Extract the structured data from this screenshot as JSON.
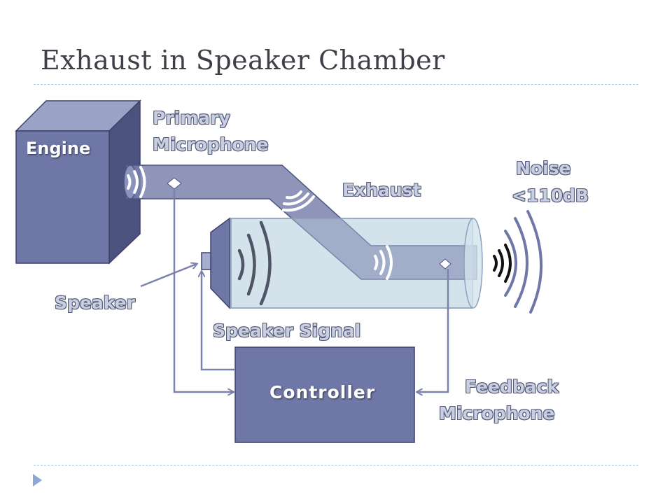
{
  "slide": {
    "title": "Exhaust in Speaker Chamber"
  },
  "diagram": {
    "engine": "Engine",
    "primary_microphone": [
      "Primary",
      "Microphone"
    ],
    "exhaust": "Exhaust",
    "noise": [
      "Noise",
      "<110dB"
    ],
    "speaker": "Speaker",
    "speaker_signal": "Speaker Signal",
    "controller": "Controller",
    "feedback_microphone": [
      "Feedback",
      "Microphone"
    ]
  },
  "colors": {
    "block_fill": "#6f77a6",
    "block_stroke": "#3d426a",
    "chamber_fill": "#c6d8e6",
    "connector": "#7b83ad",
    "title_text": "#3f3f47",
    "rule": "#a9c3d6"
  }
}
